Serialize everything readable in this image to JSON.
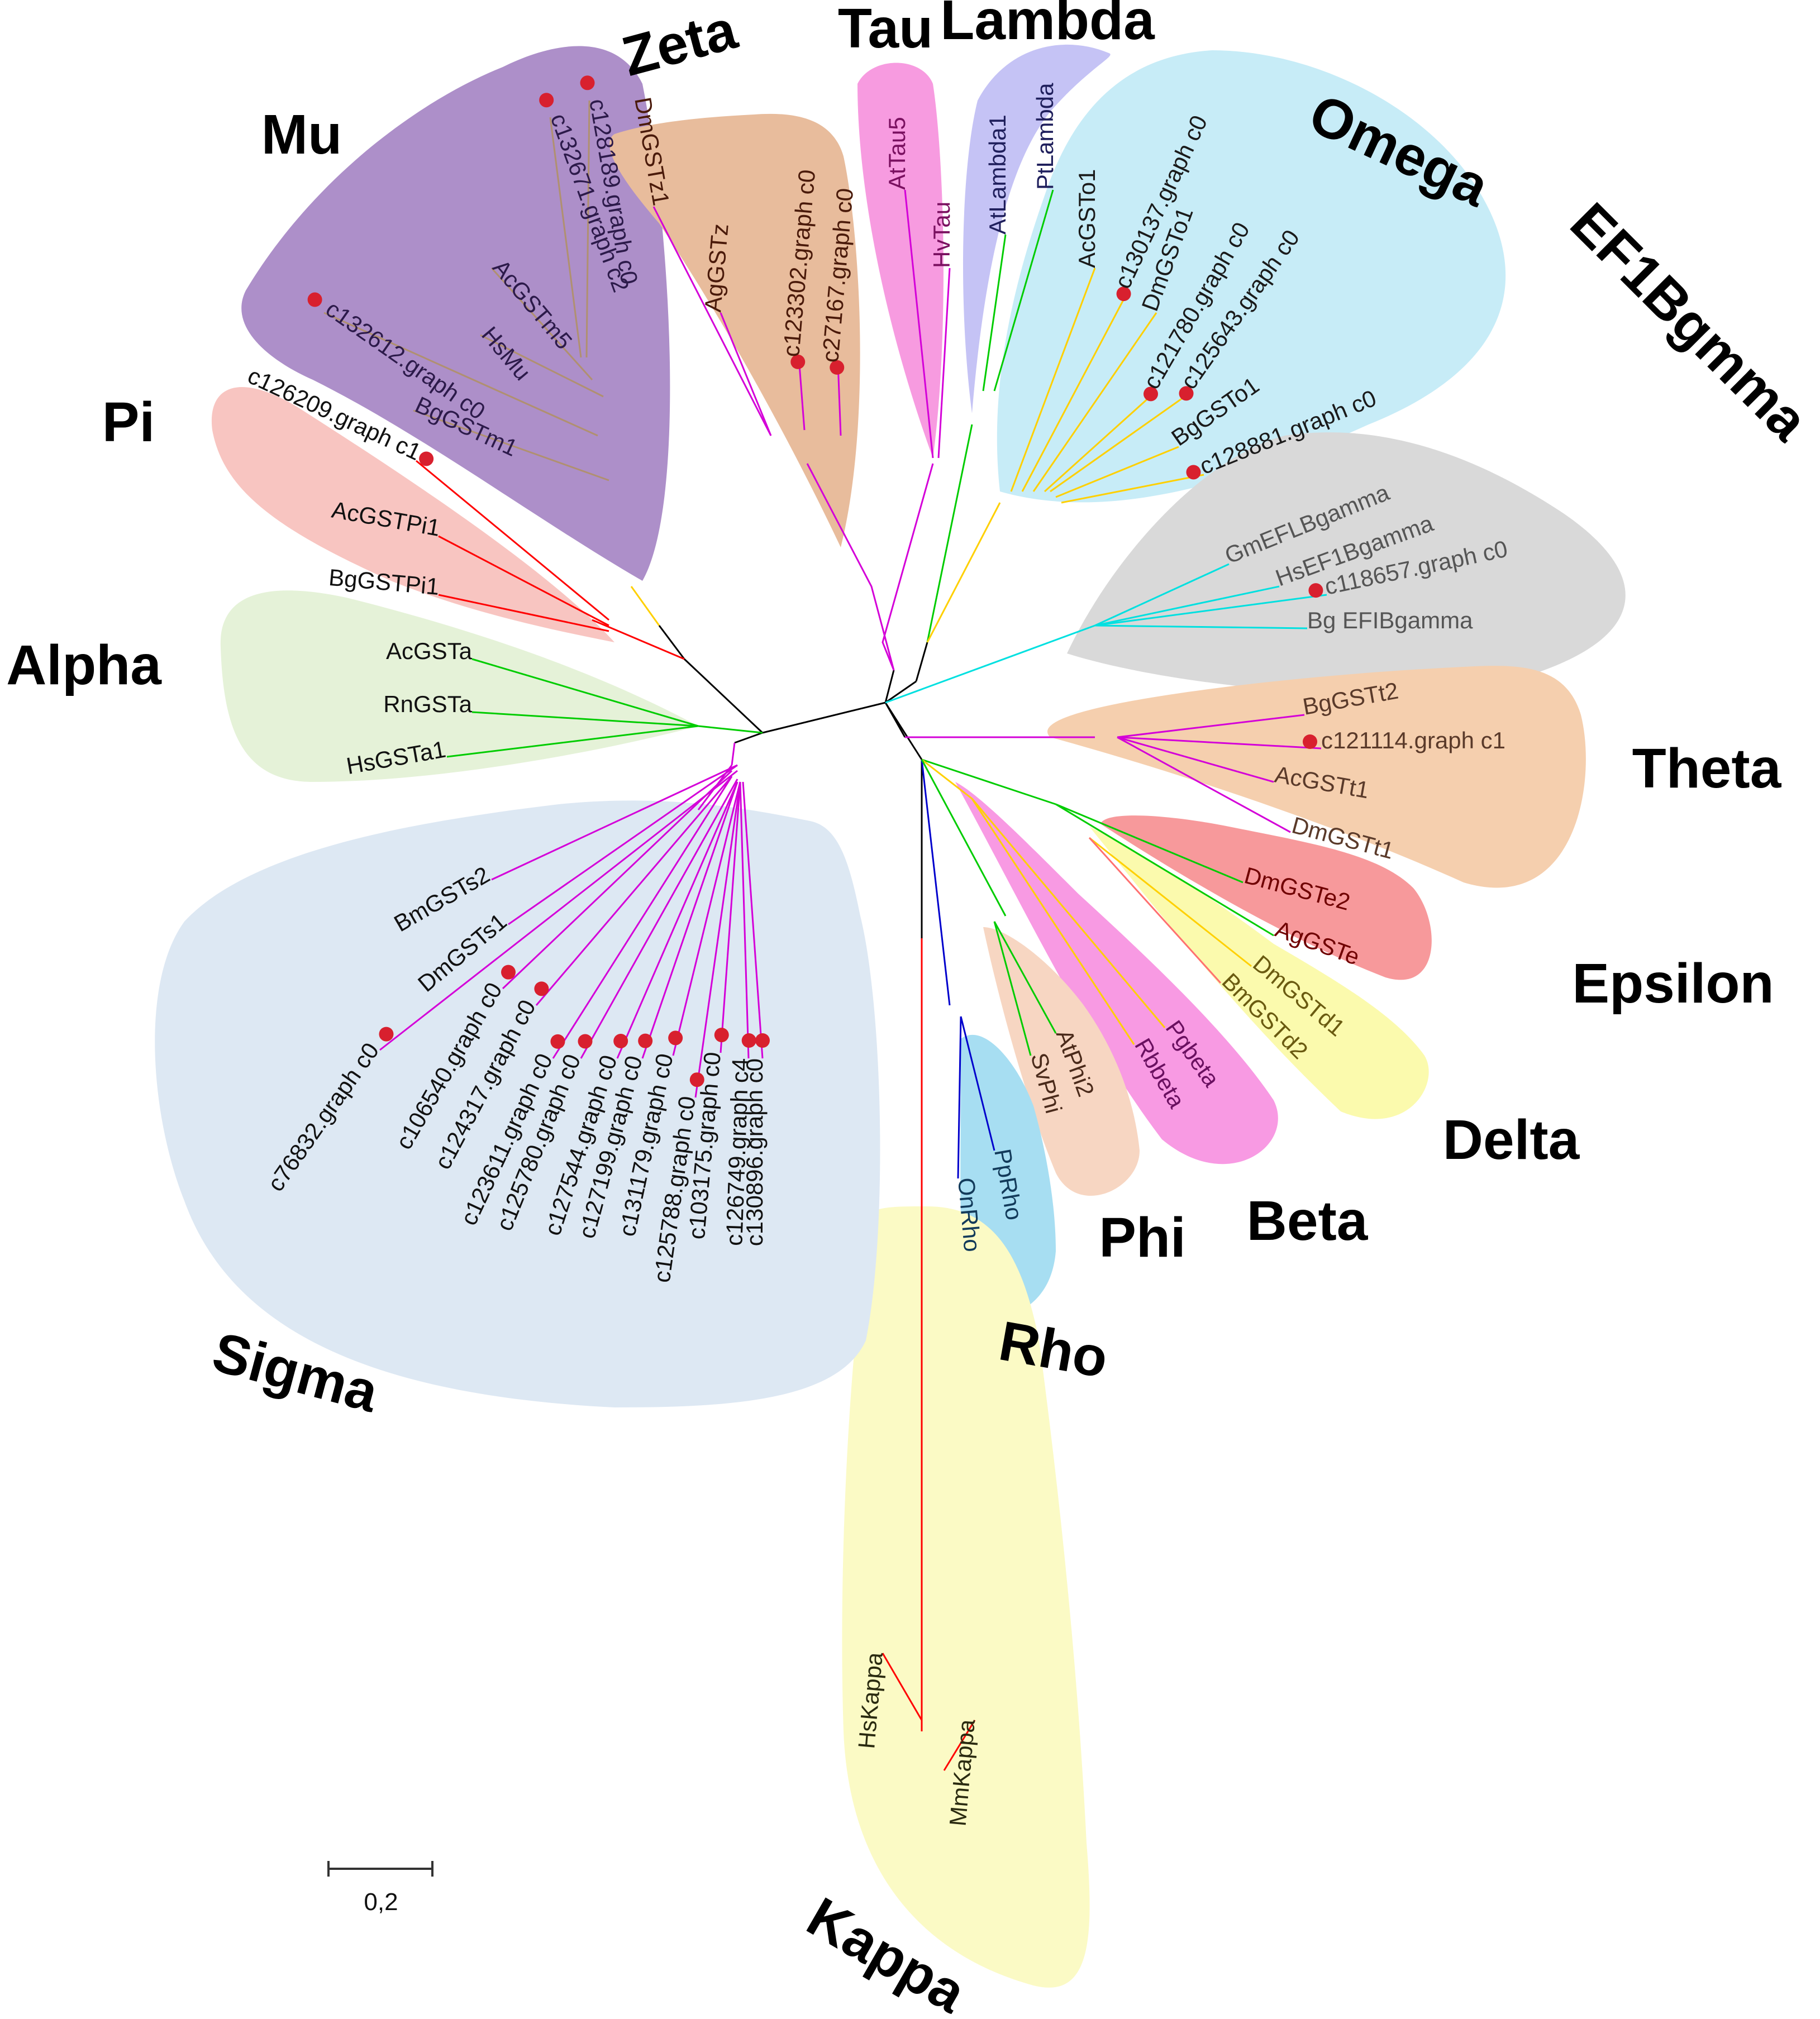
{
  "colors": {
    "mu": "#ad8fc9",
    "zeta": "#e8bc9c",
    "tau": "#f79be0",
    "lambda": "#c5c3f5",
    "omega": "#c7ecf7",
    "ef1": "#d9d9d9",
    "theta": "#f5cfae",
    "epsilon": "#f7999b",
    "delta": "#fbfaad",
    "beta": "#f89ae3",
    "phi": "#f7d6c2",
    "rho": "#a7def2",
    "kappa": "#fbfac5",
    "sigma": "#dde8f3",
    "alpha": "#e5f2d8",
    "pi": "#f8c5c1",
    "marker": "#d8202e"
  },
  "scale_bar": {
    "label": "0,2"
  },
  "clades": [
    {
      "key": "mu",
      "label": "Mu"
    },
    {
      "key": "zeta",
      "label": "Zeta"
    },
    {
      "key": "tau",
      "label": "Tau"
    },
    {
      "key": "lambda",
      "label": "Lambda"
    },
    {
      "key": "omega",
      "label": "Omega"
    },
    {
      "key": "ef1",
      "label": "EF1Bgmma"
    },
    {
      "key": "theta",
      "label": "Theta"
    },
    {
      "key": "epsilon",
      "label": "Epsilon"
    },
    {
      "key": "delta",
      "label": "Delta"
    },
    {
      "key": "beta",
      "label": "Beta"
    },
    {
      "key": "phi",
      "label": "Phi"
    },
    {
      "key": "rho",
      "label": "Rho"
    },
    {
      "key": "kappa",
      "label": "Kappa"
    },
    {
      "key": "sigma",
      "label": "Sigma"
    },
    {
      "key": "alpha",
      "label": "Alpha"
    },
    {
      "key": "pi",
      "label": "Pi"
    }
  ],
  "leaves": [
    {
      "id": "mu0",
      "label": "c128189.graph c0",
      "marked": true
    },
    {
      "id": "mu1",
      "label": "c132671.graph c2",
      "marked": true
    },
    {
      "id": "mu2",
      "label": "AcGSTm5",
      "marked": false
    },
    {
      "id": "mu3",
      "label": "HsMu",
      "marked": false
    },
    {
      "id": "mu4",
      "label": "c132612.graph c0",
      "marked": true
    },
    {
      "id": "mu5",
      "label": "BgGSTm1",
      "marked": false
    },
    {
      "id": "ze0",
      "label": "DmGSTz1",
      "marked": false
    },
    {
      "id": "ze1",
      "label": "AgGSTz",
      "marked": false
    },
    {
      "id": "ze2",
      "label": "c123302.graph c0",
      "marked": true
    },
    {
      "id": "ze3",
      "label": "c27167.graph c0",
      "marked": true
    },
    {
      "id": "ta0",
      "label": "AtTau5",
      "marked": false
    },
    {
      "id": "ta1",
      "label": "HvTau",
      "marked": false
    },
    {
      "id": "la0",
      "label": "AtLambda1",
      "marked": false
    },
    {
      "id": "la1",
      "label": "PtLambda",
      "marked": false
    },
    {
      "id": "om0",
      "label": "AcGSTo1",
      "marked": false
    },
    {
      "id": "om1",
      "label": "c130137.graph c0",
      "marked": true
    },
    {
      "id": "om2",
      "label": "DmGSTo1",
      "marked": false
    },
    {
      "id": "om3",
      "label": "c121780.graph c0",
      "marked": true
    },
    {
      "id": "om4",
      "label": "c125643.graph c0",
      "marked": true
    },
    {
      "id": "om5",
      "label": "BgGSTo1",
      "marked": false
    },
    {
      "id": "om6",
      "label": "c128881.graph c0",
      "marked": true
    },
    {
      "id": "ef0",
      "label": "GmEFLBgamma",
      "marked": false
    },
    {
      "id": "ef1",
      "label": "HsEF1Bgamma",
      "marked": false
    },
    {
      "id": "ef2",
      "label": "c118657.graph c0",
      "marked": true
    },
    {
      "id": "ef3",
      "label": "Bg EFIBgamma",
      "marked": false
    },
    {
      "id": "th0",
      "label": "BgGSTt2",
      "marked": false
    },
    {
      "id": "th1",
      "label": "c121114.graph c1",
      "marked": true
    },
    {
      "id": "th2",
      "label": "AcGSTt1",
      "marked": false
    },
    {
      "id": "th3",
      "label": "DmGSTt1",
      "marked": false
    },
    {
      "id": "ep0",
      "label": "DmGSTe2",
      "marked": false
    },
    {
      "id": "ep1",
      "label": "AgGSTe",
      "marked": false
    },
    {
      "id": "de0",
      "label": "DmGSTd1",
      "marked": false
    },
    {
      "id": "de1",
      "label": "BmGSTd2",
      "marked": false
    },
    {
      "id": "be0",
      "label": "Pgbeta",
      "marked": false
    },
    {
      "id": "be1",
      "label": "Rbbeta",
      "marked": false
    },
    {
      "id": "ph0",
      "label": "AtPhi2",
      "marked": false
    },
    {
      "id": "ph1",
      "label": "SvPhi",
      "marked": false
    },
    {
      "id": "rh0",
      "label": "PpRho",
      "marked": false
    },
    {
      "id": "rh1",
      "label": "OnRho",
      "marked": false
    },
    {
      "id": "ka0",
      "label": "HsKappa",
      "marked": false
    },
    {
      "id": "ka1",
      "label": "MmKappa",
      "marked": false
    },
    {
      "id": "si0",
      "label": "BmGSTs2",
      "marked": false
    },
    {
      "id": "si1",
      "label": "DmGSTs1",
      "marked": false
    },
    {
      "id": "si2",
      "label": "c76832.graph c0",
      "marked": true
    },
    {
      "id": "si3",
      "label": "c106540.graph c0",
      "marked": true
    },
    {
      "id": "si4",
      "label": "c124317.graph c0",
      "marked": true
    },
    {
      "id": "si5",
      "label": "c123611.graph c0",
      "marked": true
    },
    {
      "id": "si6",
      "label": "c125780.graph c0",
      "marked": true
    },
    {
      "id": "si7",
      "label": "c127544.graph c0",
      "marked": true
    },
    {
      "id": "si8",
      "label": "c127199.graph c0",
      "marked": true
    },
    {
      "id": "si9",
      "label": "c131179.graph c0",
      "marked": true
    },
    {
      "id": "si10",
      "label": "c125788.graph c0",
      "marked": true
    },
    {
      "id": "si11",
      "label": "c103175.graph c0",
      "marked": true
    },
    {
      "id": "si12",
      "label": "c126749.graph c4",
      "marked": true
    },
    {
      "id": "si13",
      "label": "c130896.graph c0",
      "marked": true
    },
    {
      "id": "al0",
      "label": "AcGSTa",
      "marked": false
    },
    {
      "id": "al1",
      "label": "RnGSTa",
      "marked": false
    },
    {
      "id": "al2",
      "label": "HsGSTa1",
      "marked": false
    },
    {
      "id": "pi0",
      "label": "c126209.graph c1",
      "marked": true
    },
    {
      "id": "pi1",
      "label": "AcGSTPi1",
      "marked": false
    },
    {
      "id": "pi2",
      "label": "BgGSTPi1",
      "marked": false
    }
  ]
}
